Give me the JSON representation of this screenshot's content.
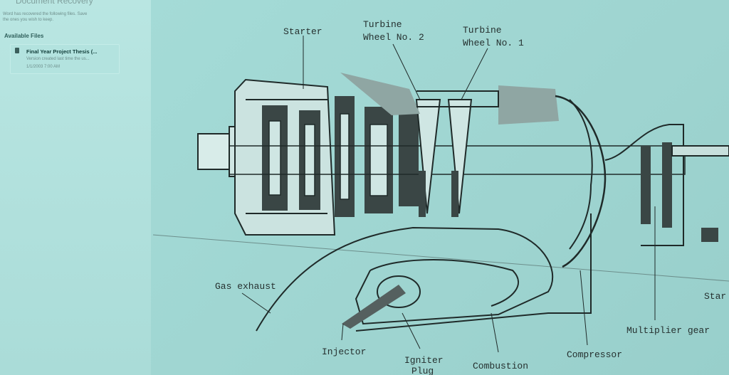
{
  "recovery": {
    "pane_title": "Document Recovery",
    "message_line1": "Word has recovered the following files. Save",
    "message_line2": "the ones you wish to keep.",
    "section_heading": "Available Files",
    "file": {
      "name": "Final Year Project Thesis (...",
      "description": "Version created last time the us...",
      "time": "1/1/2003 7:00 AM"
    }
  },
  "diagram": {
    "labels": {
      "starter": "Starter",
      "turbine2_line1": "Turbine",
      "turbine2_line2": "Wheel No. 2",
      "turbine1_line1": "Turbine",
      "turbine1_line2": "Wheel No. 1",
      "gas_exhaust": "Gas exhaust",
      "injector": "Injector",
      "igniter_line1": "Igniter",
      "igniter_line2": "Plug",
      "combustion_line1": "Combustion",
      "compressor": "Compressor",
      "multiplier_gear": "Multiplier gear",
      "starter_right": "Star"
    }
  },
  "colors": {
    "background": "#a6dcd8",
    "ink": "#25302f"
  }
}
